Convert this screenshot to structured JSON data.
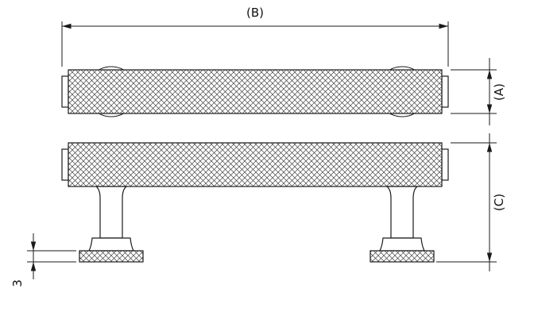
{
  "drawing": {
    "type": "technical-dimension-drawing",
    "subject": "knurled bar pull handle, two orthographic views",
    "line_color": "#1a1a1a",
    "hatch_color": "#3c3c3c",
    "background": "#ffffff"
  },
  "labels": {
    "overall_length": "(B)",
    "bar_diameter": "(A)",
    "overall_height": "(C)",
    "base_thickness": "3"
  }
}
